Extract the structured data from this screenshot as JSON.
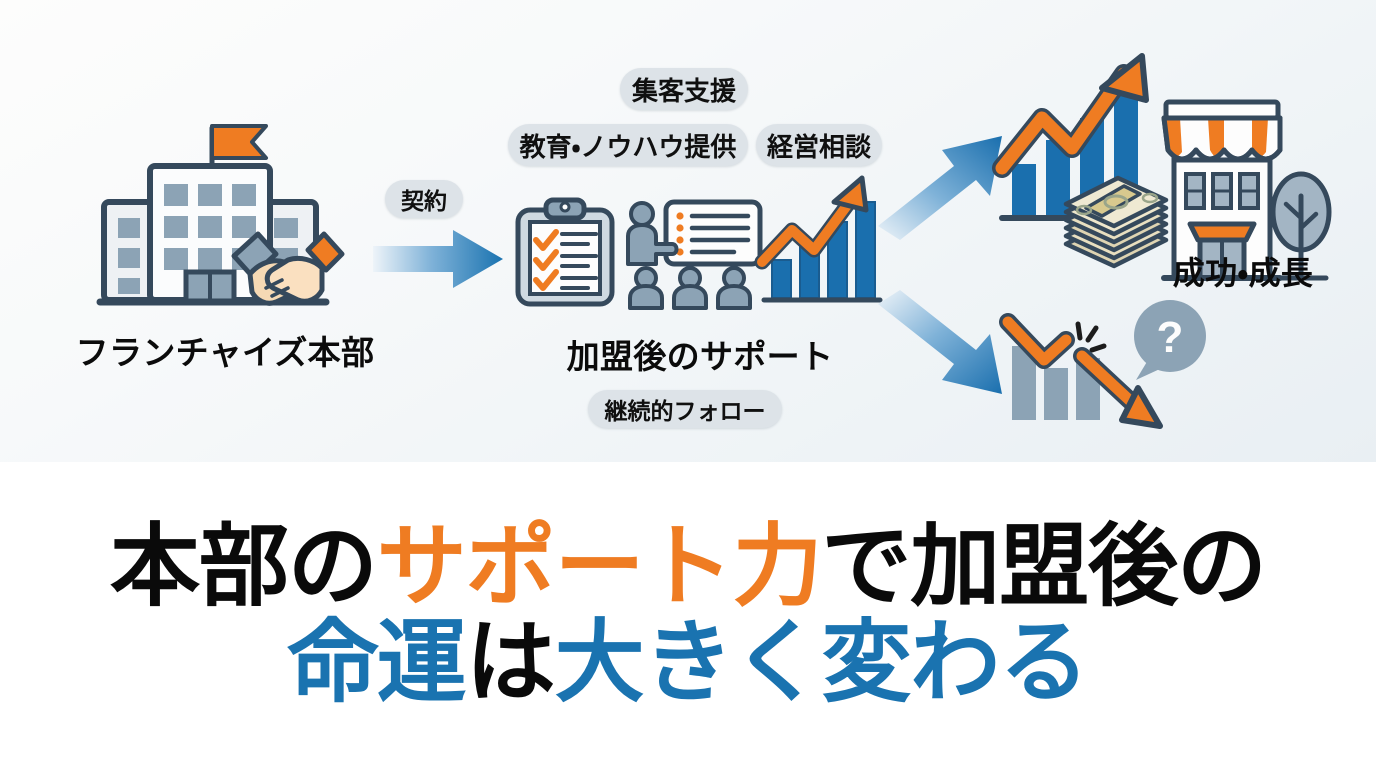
{
  "diagram": {
    "left": {
      "label": "フランチャイズ本部",
      "icon": "headquarters-building-handshake-icon"
    },
    "contract": {
      "badge": "契約",
      "arrow_icon": "right-arrow-icon"
    },
    "center": {
      "label": "加盟後のサポート",
      "badges_top": [
        "集客支援",
        "教育・ノウハウ提供",
        "経営相談"
      ],
      "badge_bottom": "継続的フォロー",
      "icons": [
        "clipboard-checklist-icon",
        "training-presentation-icon",
        "growth-bar-chart-icon"
      ]
    },
    "branch": {
      "up_arrow_icon": "diagonal-up-arrow-icon",
      "down_arrow_icon": "diagonal-down-arrow-icon"
    },
    "success": {
      "label": "成功・成長",
      "icons": [
        "rising-chart-icon",
        "money-stack-icon",
        "storefront-icon",
        "tree-icon"
      ]
    },
    "failure": {
      "label": "",
      "icons": [
        "declining-chart-icon",
        "down-arrow-icon",
        "question-bubble-icon"
      ]
    }
  },
  "headline": {
    "line1": [
      {
        "text": "本部の",
        "color": "#0a0a0a"
      },
      {
        "text": "サポート力",
        "color": "#ef7c22"
      },
      {
        "text": "で加盟後の",
        "color": "#0a0a0a"
      }
    ],
    "line2": [
      {
        "text": "命運",
        "color": "#1a73b0"
      },
      {
        "text": "は",
        "color": "#0a0a0a"
      },
      {
        "text": "大きく変わる",
        "color": "#1a73b0"
      }
    ]
  },
  "colors": {
    "orange": "#ef7c22",
    "blue": "#1a73b0",
    "navy": "#35495c",
    "slate": "#7d94a6",
    "pill_bg": "#dde3e8",
    "panel_bg": "#eef3f6",
    "money": "#e6dcbc"
  }
}
